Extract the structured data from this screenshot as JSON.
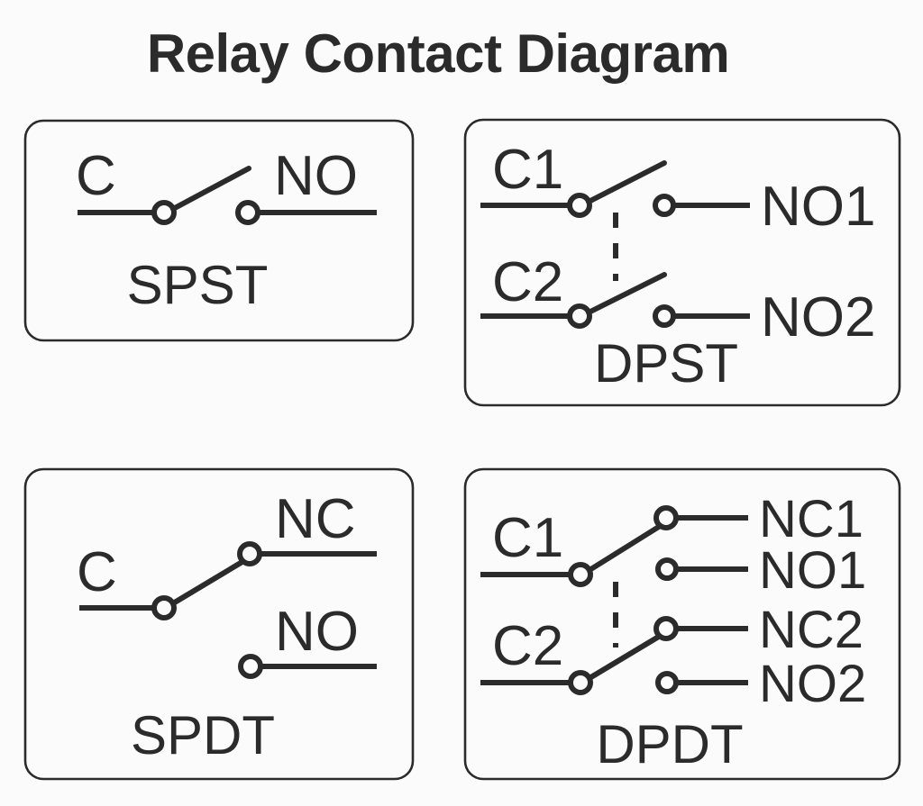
{
  "title": "Relay Contact Diagram",
  "colors": {
    "background": "#fbfbfb",
    "ink": "#2b2b2b",
    "panel_fill": "#fbfbfb",
    "panel_border": "#2b2b2b"
  },
  "panels": {
    "spst": {
      "caption": "SPST",
      "common_label": "C",
      "no_label": "NO"
    },
    "dpst": {
      "caption": "DPST",
      "common1_label": "C1",
      "common2_label": "C2",
      "no1_label": "NO1",
      "no2_label": "NO2"
    },
    "spdt": {
      "caption": "SPDT",
      "common_label": "C",
      "nc_label": "NC",
      "no_label": "NO"
    },
    "dpdt": {
      "caption": "DPDT",
      "common1_label": "C1",
      "common2_label": "C2",
      "nc1_label": "NC1",
      "no1_label": "NO1",
      "nc2_label": "NC2",
      "no2_label": "NO2"
    }
  }
}
